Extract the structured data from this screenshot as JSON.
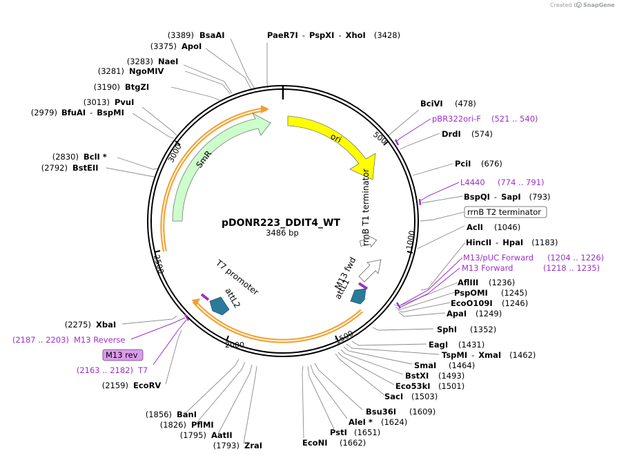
{
  "watermark": {
    "text": "Created by",
    "brand": "SnapGene"
  },
  "plasmid": {
    "name": "pDONR223_DDIT4_WT",
    "length": "3486 bp"
  },
  "ticks": [
    "500",
    "1000",
    "1500",
    "2000",
    "2500",
    "3000"
  ],
  "features": {
    "ori": "ori",
    "smr": "SmR",
    "rrnb_t1": "rrnB T1 terminator",
    "m13_fwd": "M13 fwd",
    "attl1": "attL1",
    "t7_promoter": "T7 promoter",
    "attl2": "attL2"
  },
  "labels": {
    "paer7i": {
      "name": "PaeR7I",
      "pos": ""
    },
    "pspxi": {
      "name": "PspXI",
      "pos": ""
    },
    "xhoi": {
      "name": "XhoI",
      "pos": "(3428)"
    },
    "bsaai": {
      "name": "BsaAI",
      "pos": "(3389)"
    },
    "apoi": {
      "name": "ApoI",
      "pos": "(3375)"
    },
    "naei": {
      "name": "NaeI",
      "pos": "(3283)"
    },
    "ngomiv": {
      "name": "NgoMIV",
      "pos": "(3281)"
    },
    "btgzi": {
      "name": "BtgZI",
      "pos": "(3190)"
    },
    "pvui": {
      "name": "PvuI",
      "pos": "(3013)"
    },
    "bfuai": {
      "name": "BfuAI",
      "pos": "(2979)"
    },
    "bspmi": {
      "name": "BspMI",
      "pos": ""
    },
    "bcli": {
      "name": "BclI *",
      "pos": "(2830)"
    },
    "bsteii": {
      "name": "BstEII",
      "pos": "(2792)"
    },
    "xbai": {
      "name": "XbaI",
      "pos": "(2275)"
    },
    "ecorv": {
      "name": "EcoRV",
      "pos": "(2159)"
    },
    "bani": {
      "name": "BanI",
      "pos": "(1856)"
    },
    "pflmi": {
      "name": "PflMI",
      "pos": "(1826)"
    },
    "aatii": {
      "name": "AatII",
      "pos": "(1795)"
    },
    "zrai": {
      "name": "ZraI",
      "pos": "(1793)"
    },
    "econi": {
      "name": "EcoNI",
      "pos": "(1662)"
    },
    "psti": {
      "name": "PstI",
      "pos": "(1651)"
    },
    "alei": {
      "name": "AleI *",
      "pos": "(1624)"
    },
    "bsu36i": {
      "name": "Bsu36I",
      "pos": "(1609)"
    },
    "saci": {
      "name": "SacI",
      "pos": "(1503)"
    },
    "eco53ki": {
      "name": "Eco53kI",
      "pos": "(1501)"
    },
    "bstxi": {
      "name": "BstXI",
      "pos": "(1493)"
    },
    "smai": {
      "name": "SmaI",
      "pos": "(1464)"
    },
    "tspmi": {
      "name": "TspMI",
      "pos": ""
    },
    "xmai": {
      "name": "XmaI",
      "pos": "(1462)"
    },
    "eagi": {
      "name": "EagI",
      "pos": "(1431)"
    },
    "sphi": {
      "name": "SphI",
      "pos": "(1352)"
    },
    "apai": {
      "name": "ApaI",
      "pos": "(1249)"
    },
    "eco0109i": {
      "name": "EcoO109I",
      "pos": "(1246)"
    },
    "pspomi": {
      "name": "PspOMI",
      "pos": "(1245)"
    },
    "afliii": {
      "name": "AflIII",
      "pos": "(1236)"
    },
    "hincii": {
      "name": "HincII",
      "pos": ""
    },
    "hpai": {
      "name": "HpaI",
      "pos": "(1183)"
    },
    "acli": {
      "name": "AclI",
      "pos": "(1046)"
    },
    "bspqi": {
      "name": "BspQI",
      "pos": ""
    },
    "sapi": {
      "name": "SapI",
      "pos": "(793)"
    },
    "pcii": {
      "name": "PciI",
      "pos": "(676)"
    },
    "drdi": {
      "name": "DrdI",
      "pos": "(574)"
    },
    "bcivi": {
      "name": "BciVI",
      "pos": "(478)"
    }
  },
  "primers": {
    "pbr322ori": {
      "name": "pBR322ori-F",
      "range": "(521 .. 540)"
    },
    "l4440": {
      "name": "L4440",
      "range": "(774 .. 791)"
    },
    "m13puc": {
      "name": "M13/pUC Forward",
      "range": "(1204 .. 1226)"
    },
    "m13fwd": {
      "name": "M13 Forward",
      "range": "(1218 .. 1235)"
    },
    "m13rev": {
      "name": "M13 Reverse",
      "range": "(2187 .. 2203)"
    },
    "t7": {
      "name": "T7",
      "range": "(2163 .. 2182)"
    }
  },
  "boxed": {
    "rrnb_t2": "rrnB T2 terminator",
    "m13_rev": "M13 rev"
  },
  "colors": {
    "ori": "#ffff00",
    "smr": "#ccffcc",
    "orf_outline": "#f0a030",
    "attl": "#2b7a9a",
    "primer": "#9b30c8",
    "primer_box": "#dd99ee",
    "leader": "#888888"
  }
}
